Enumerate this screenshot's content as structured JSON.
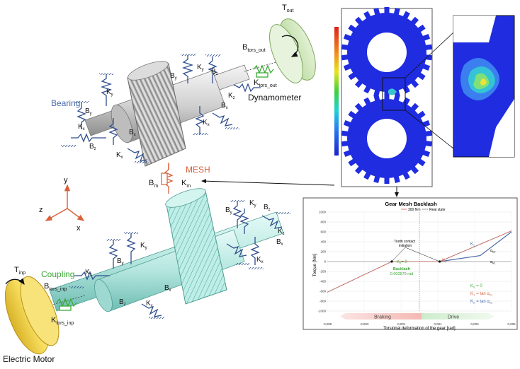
{
  "labels": {
    "t_out": "T",
    "t_out_sub": "out",
    "b_tors_out": "B",
    "b_tors_out_sub": "tors_out",
    "k_tors_out": "K",
    "k_tors_out_sub": "tors_out",
    "dynamometer": "Dynamometer",
    "bearing": "Bearing",
    "mesh": "MESH",
    "b_m": "B",
    "b_m_sub": "m",
    "k_m": "K",
    "k_m_sub": "m",
    "coupling": "Coupling",
    "t_inp": "T",
    "t_inp_sub": "inp",
    "b_tors_inp": "B",
    "b_tors_inp_sub": "tors_inp",
    "k_tors_inp": "K",
    "k_tors_inp_sub": "tors_inp",
    "electric_motor": "Electric Motor",
    "axis_x": "x",
    "axis_y": "y",
    "axis_z": "z",
    "bx": "B",
    "by": "B",
    "bz": "B",
    "kx": "K",
    "ky": "K",
    "kz": "K",
    "sub_x": "x",
    "sub_y": "y",
    "sub_z": "z"
  },
  "colors": {
    "accent_blue": "#4a6aa8",
    "accent_orange": "#d9603a",
    "accent_green": "#3aaa35",
    "spring_blue": "#2f4f8f",
    "shaft_top": "#c8c8c8",
    "shaft_bottom": "#a8e0dc",
    "motor": "#f2d24a",
    "dyno": "#cfe6b5"
  },
  "chart_data": {
    "type": "line",
    "title": "Gear Mesh Backlash",
    "xlabel": "Torsional deformation of the gear [rad]",
    "ylabel": "Torque [Nm]",
    "xlim": [
      -0.005,
      0.005
    ],
    "ylim": [
      -1000,
      1000
    ],
    "x_ticks": [
      "-0,005",
      "-0,003",
      "-0,001",
      "0,001",
      "0,003",
      "0,005"
    ],
    "y_ticks": [
      "1000",
      "800",
      "600",
      "400",
      "200",
      "0",
      "-200",
      "-400",
      "-600",
      "-800",
      "-1000"
    ],
    "x_tick_values": [
      -0.005,
      -0.003,
      -0.001,
      0.001,
      0.003,
      0.005
    ],
    "y_tick_values": [
      1000,
      800,
      600,
      400,
      200,
      0,
      -200,
      -400,
      -600,
      -800,
      -1000
    ],
    "legend": [
      "300 Nm",
      "Real state"
    ],
    "legend_position": "top-center",
    "series": [
      {
        "name": "300 Nm",
        "color": "#e4736a",
        "x": [
          -0.005,
          -0.0015,
          0.0011,
          0.005
        ],
        "y": [
          -620,
          0,
          0,
          620
        ]
      },
      {
        "name": "Real state",
        "color": "#777777",
        "x": [
          -0.005,
          -0.0015,
          0.0011,
          0.005
        ],
        "y": [
          -620,
          0,
          0,
          620
        ]
      },
      {
        "name": "",
        "color": "#4a6aa8",
        "x": [
          0.0011,
          0.0033,
          0.005
        ],
        "y": [
          0,
          120,
          600
        ]
      }
    ],
    "annotations": {
      "tooth_contact": "Tooth contact\ninitiation",
      "k0_label": "K",
      "k0_sub": "0",
      "k0_value": "= 0",
      "backlash_label": "Backlash",
      "backlash_value": "0.002579 rad",
      "k1_label": "K",
      "k1_sub": "1",
      "k2_label": "K",
      "k2_sub": "2",
      "alpha_k2": "α",
      "alpha_k2_sub": "k2",
      "alpha_k1": "α",
      "alpha_k1_sub": "k1",
      "eq_k0": "= 0",
      "eq_k1": "= tan α",
      "eq_k1_sub": "k1",
      "eq_k2": "= tan α",
      "eq_k2_sub": "k2"
    },
    "regions": {
      "braking": "Braking",
      "drive": "Drive"
    }
  }
}
